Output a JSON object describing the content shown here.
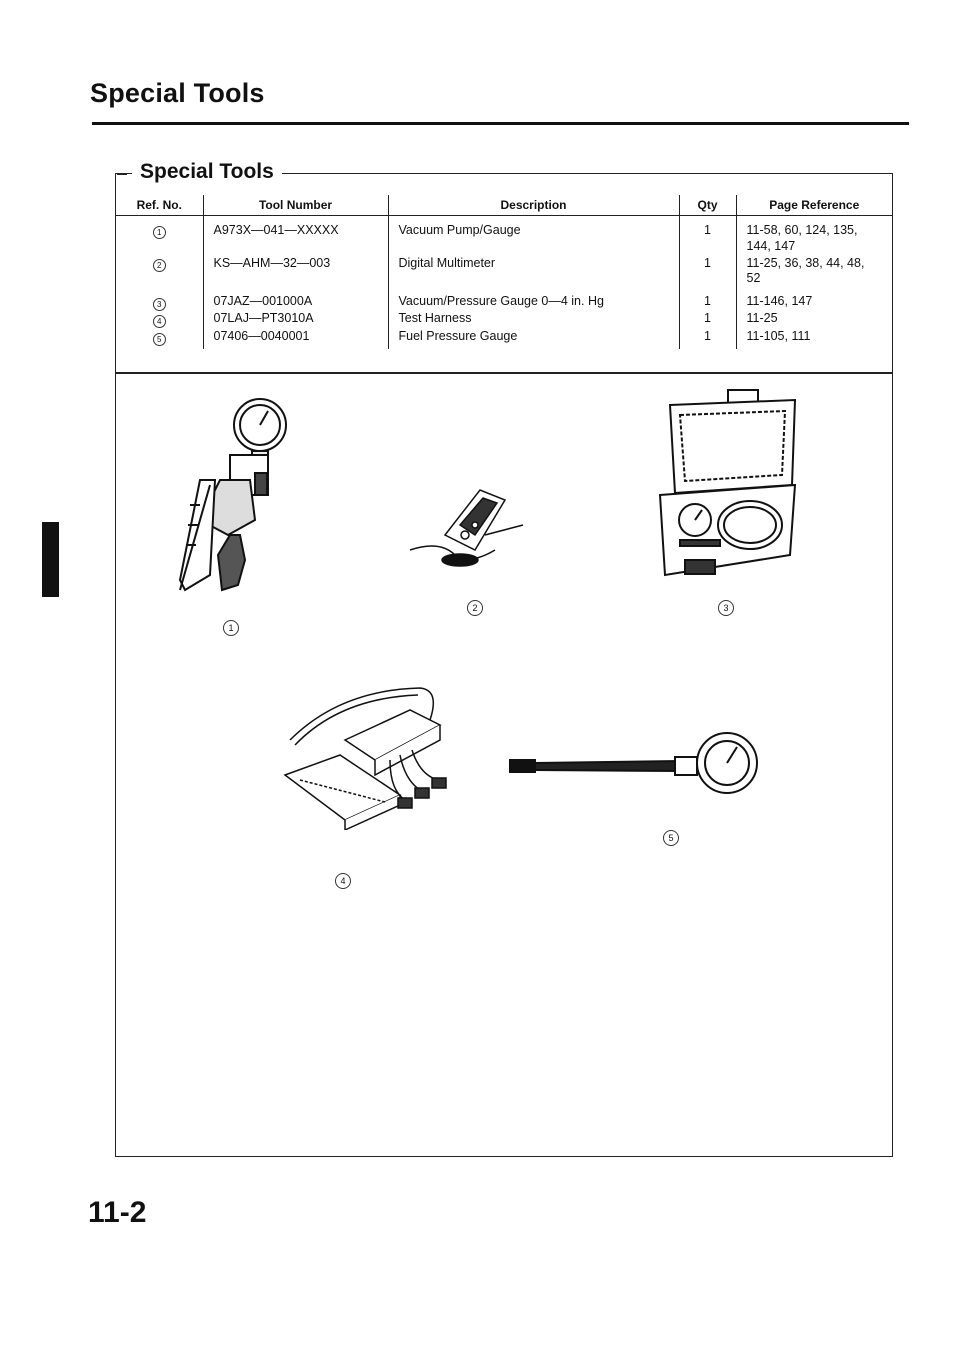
{
  "page": {
    "title": "Special Tools",
    "page_number": "11-2"
  },
  "box": {
    "title": "Special Tools"
  },
  "table": {
    "headers": {
      "ref": "Ref. No.",
      "tool_number": "Tool Number",
      "description": "Description",
      "qty": "Qty",
      "page_reference": "Page Reference"
    },
    "rows": [
      {
        "ref": "1",
        "tool_number": "A973X—041—XXXXX",
        "description": "Vacuum Pump/Gauge",
        "qty": "1",
        "page_reference": "11-58, 60, 124, 135, 144, 147"
      },
      {
        "ref": "2",
        "tool_number": "KS—AHM—32—003",
        "description": "Digital Multimeter",
        "qty": "1",
        "page_reference": "11-25, 36, 38, 44, 48, 52"
      },
      {
        "ref": "3",
        "tool_number": "07JAZ—001000A",
        "description": "Vacuum/Pressure Gauge 0—4 in. Hg",
        "qty": "1",
        "page_reference": "11-146, 147"
      },
      {
        "ref": "4",
        "tool_number": "07LAJ—PT3010A",
        "description": "Test Harness",
        "qty": "1",
        "page_reference": "11-25"
      },
      {
        "ref": "5",
        "tool_number": "07406—0040001",
        "description": "Fuel Pressure Gauge",
        "qty": "1",
        "page_reference": "11-105, 111"
      }
    ]
  },
  "figures": {
    "captions": [
      "1",
      "2",
      "3",
      "4",
      "5"
    ]
  }
}
